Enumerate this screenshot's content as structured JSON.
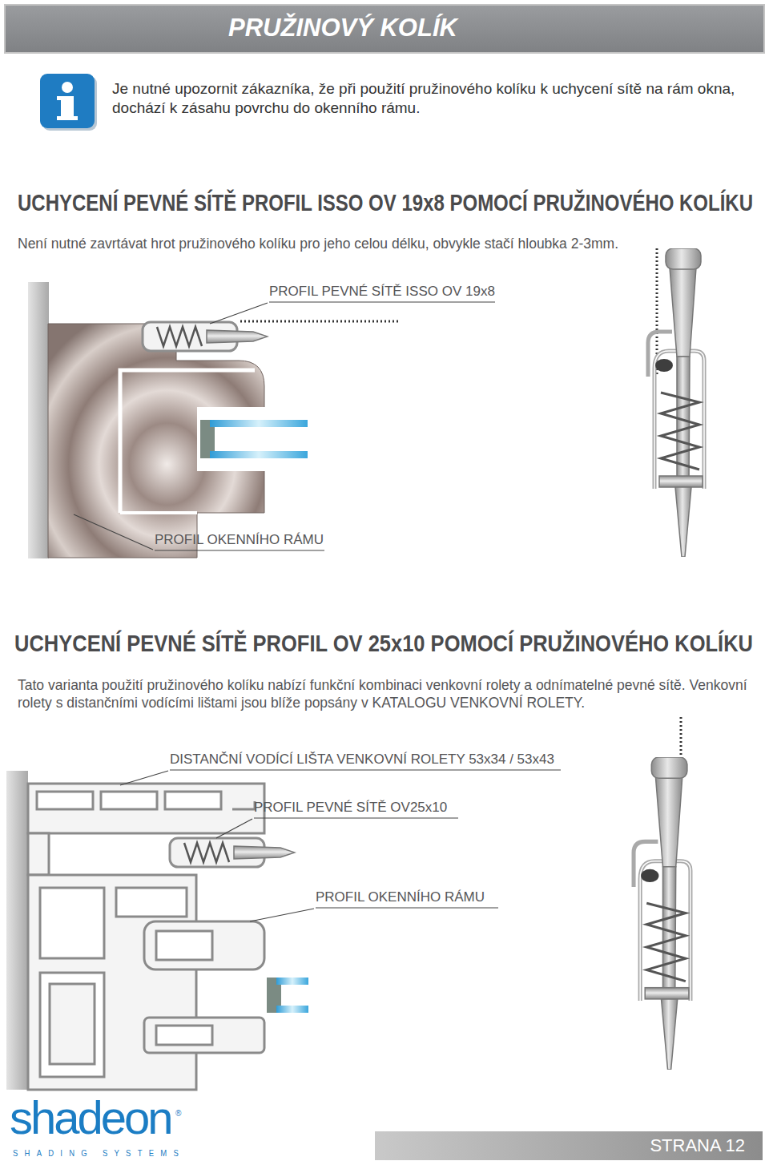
{
  "diagram": {
    "title": "PRUŽINOVÝ KOLÍK",
    "nodes": [
      {
        "text": [
          "STRANA 12"
        ]
      }
    ],
    "labels": [
      "Je nutné upozornit zákazníka, že při použití pružinového kolíku k uchycení sítě na rám okna, dochází k zásahu povrchu do okenního rámu.",
      "UCHYCENÍ PEVNÉ SÍTĚ PROFIL ISSO OV 19x8 POMOCÍ PRUŽINOVÉHO KOLÍKU",
      "Není nutné zavrtávat hrot pružinového kolíku pro jeho celou délku, obvykle stačí hloubka 2-3mm.",
      "PROFIL PEVNÉ SÍTĚ ISSO OV 19x8",
      "PROFIL OKENNÍHO RÁMU",
      "UCHYCENÍ PEVNÉ SÍTĚ PROFIL OV 25x10 POMOCÍ PRUŽINOVÉHO KOLÍKU",
      "Tato varianta použití pružinového kolíku nabízí funkční kombinaci venkovní rolety a odnímatelné pevné sítě. Venkovní rolety s distančními vodícími lištami jsou blíže popsány v KATALOGU VENKOVNÍ ROLETY.",
      "DISTANČNÍ VODÍCÍ LIŠTA VENKOVNÍ ROLETY 53x34 / 53x43",
      "PROFIL PEVNÉ SÍTĚ OV25x10",
      "PROFIL OKENNÍHO RÁMU",
      "shadeon",
      "®",
      "SHADING SYSTEMS"
    ]
  }
}
